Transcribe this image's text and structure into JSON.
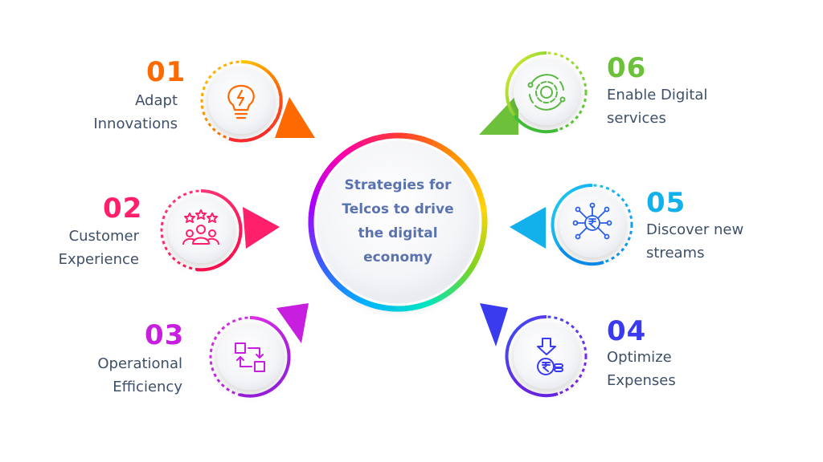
{
  "center": {
    "lines": [
      "Strategies for",
      "Telcos to drive",
      "the digital",
      "economy"
    ],
    "ring_colors": [
      "#ff3b30",
      "#ff9500",
      "#ffd60a",
      "#7ed321",
      "#00e5c0",
      "#00b3ff",
      "#3d5afe",
      "#aa00ff",
      "#ff00aa",
      "#ff3b30"
    ]
  },
  "items": [
    {
      "number": "01",
      "lines": [
        "Adapt",
        "Innovations"
      ],
      "color": "#ff6a00",
      "color2": "#ff2d2d",
      "icon": "lightbulb-icon"
    },
    {
      "number": "02",
      "lines": [
        "Customer",
        "Experience"
      ],
      "color": "#ff1f6b",
      "color2": "#ff1f6b",
      "icon": "customer-group-icon"
    },
    {
      "number": "03",
      "lines": [
        "Operational",
        "Efficiency"
      ],
      "color": "#c81ee0",
      "color2": "#c81ee0",
      "icon": "process-flow-icon"
    },
    {
      "number": "04",
      "lines": [
        "Optimize",
        "Expenses"
      ],
      "color": "#3a3bef",
      "color2": "#5a2bea",
      "icon": "rupee-coin-icon"
    },
    {
      "number": "05",
      "lines": [
        "Discover new",
        "streams"
      ],
      "color": "#12b1ec",
      "color2": "#12b1ec",
      "icon": "rupee-network-icon"
    },
    {
      "number": "06",
      "lines": [
        "Enable Digital",
        "services"
      ],
      "color": "#6dc13a",
      "color2": "#c7ea2a",
      "icon": "gear-icon"
    }
  ]
}
